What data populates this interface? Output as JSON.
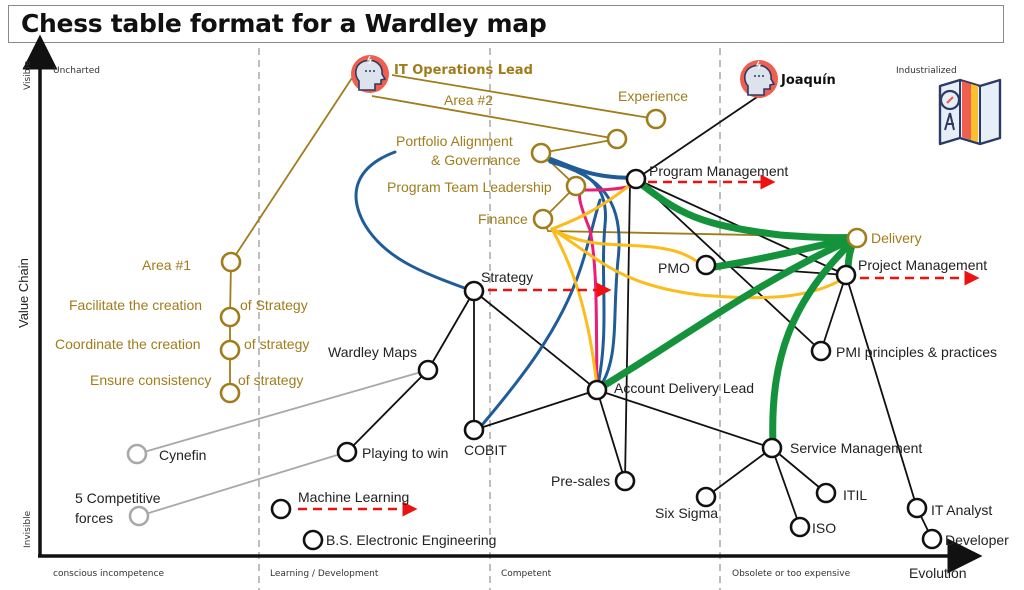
{
  "title": "Chess table format for a Wardley map",
  "axes": {
    "y_label": "Value Chain",
    "y_top": "Visible",
    "y_bottom": "Invisible",
    "x_label": "Evolution",
    "stages_top": [
      "Uncharted",
      "Industrialized"
    ],
    "stages_bottom": [
      "conscious incompetence",
      "Learning / Development",
      "Competent",
      "Obsolete or too expensive"
    ]
  },
  "personas": [
    {
      "name": "IT Operations Lead",
      "color": "#a07c1a"
    },
    {
      "name": "Joaquín",
      "color": "#111111"
    }
  ],
  "icons": {
    "persona": "person-head-icon",
    "map": "map-compass-icon"
  },
  "colors": {
    "gold": "#a07c1a",
    "black": "#111111",
    "gray": "#a8a8a8",
    "blue": "#1f5c99",
    "pink": "#ea1e74",
    "yellow": "#fbbc1c",
    "green": "#15923c",
    "red_arrow": "#ee1111",
    "persona_bg": "#ef5e4e"
  },
  "nodes": {
    "experience": {
      "label": "Experience",
      "kind": "gold"
    },
    "area2": {
      "label": "Area #2",
      "kind": "gold"
    },
    "portfolio": {
      "label": "Portfolio Alignment",
      "label2": "& Governance",
      "kind": "gold"
    },
    "ptl": {
      "label": "Program Team Leadership",
      "kind": "gold"
    },
    "finance": {
      "label": "Finance",
      "kind": "gold"
    },
    "delivery": {
      "label": "Delivery",
      "kind": "gold"
    },
    "area1": {
      "label": "Area #1",
      "kind": "gold"
    },
    "facilitate": {
      "label": "Facilitate the creation",
      "label2": "of Strategy",
      "kind": "gold"
    },
    "coordinate": {
      "label": "Coordinate the creation",
      "label2": "of strategy",
      "kind": "gold"
    },
    "ensure": {
      "label": "Ensure consistency",
      "label2": "of strategy",
      "kind": "gold"
    },
    "progmgmt": {
      "label": "Program Management",
      "kind": "black"
    },
    "pmo": {
      "label": "PMO",
      "kind": "black"
    },
    "projmgmt": {
      "label": "Project Management",
      "kind": "black"
    },
    "pmi": {
      "label": "PMI principles & practices",
      "kind": "black"
    },
    "strategy": {
      "label": "Strategy",
      "kind": "black"
    },
    "wardley": {
      "label": "Wardley Maps",
      "kind": "black"
    },
    "adl": {
      "label": "Account Delivery Lead",
      "kind": "black"
    },
    "cobit": {
      "label": "COBIT",
      "kind": "black"
    },
    "ptw": {
      "label": "Playing to win",
      "kind": "black"
    },
    "presales": {
      "label": "Pre-sales",
      "kind": "black"
    },
    "servmgmt": {
      "label": "Service Management",
      "kind": "black"
    },
    "sixsigma": {
      "label": "Six Sigma",
      "kind": "black"
    },
    "itil": {
      "label": "ITIL",
      "kind": "black"
    },
    "iso": {
      "label": "ISO",
      "kind": "black"
    },
    "itanalyst": {
      "label": "IT Analyst",
      "kind": "black"
    },
    "developer": {
      "label": "Developer",
      "kind": "black"
    },
    "ml": {
      "label": "Machine Learning",
      "kind": "black"
    },
    "bsee": {
      "label": "B.S. Electronic Engineering",
      "kind": "black"
    },
    "cynefin": {
      "label": "Cynefin",
      "kind": "gray"
    },
    "fiveforces": {
      "label": "5 Competitive",
      "label2": "forces",
      "kind": "gray"
    }
  },
  "evolution_arrows": [
    "Program Management",
    "Project Management",
    "Strategy",
    "Machine Learning"
  ]
}
